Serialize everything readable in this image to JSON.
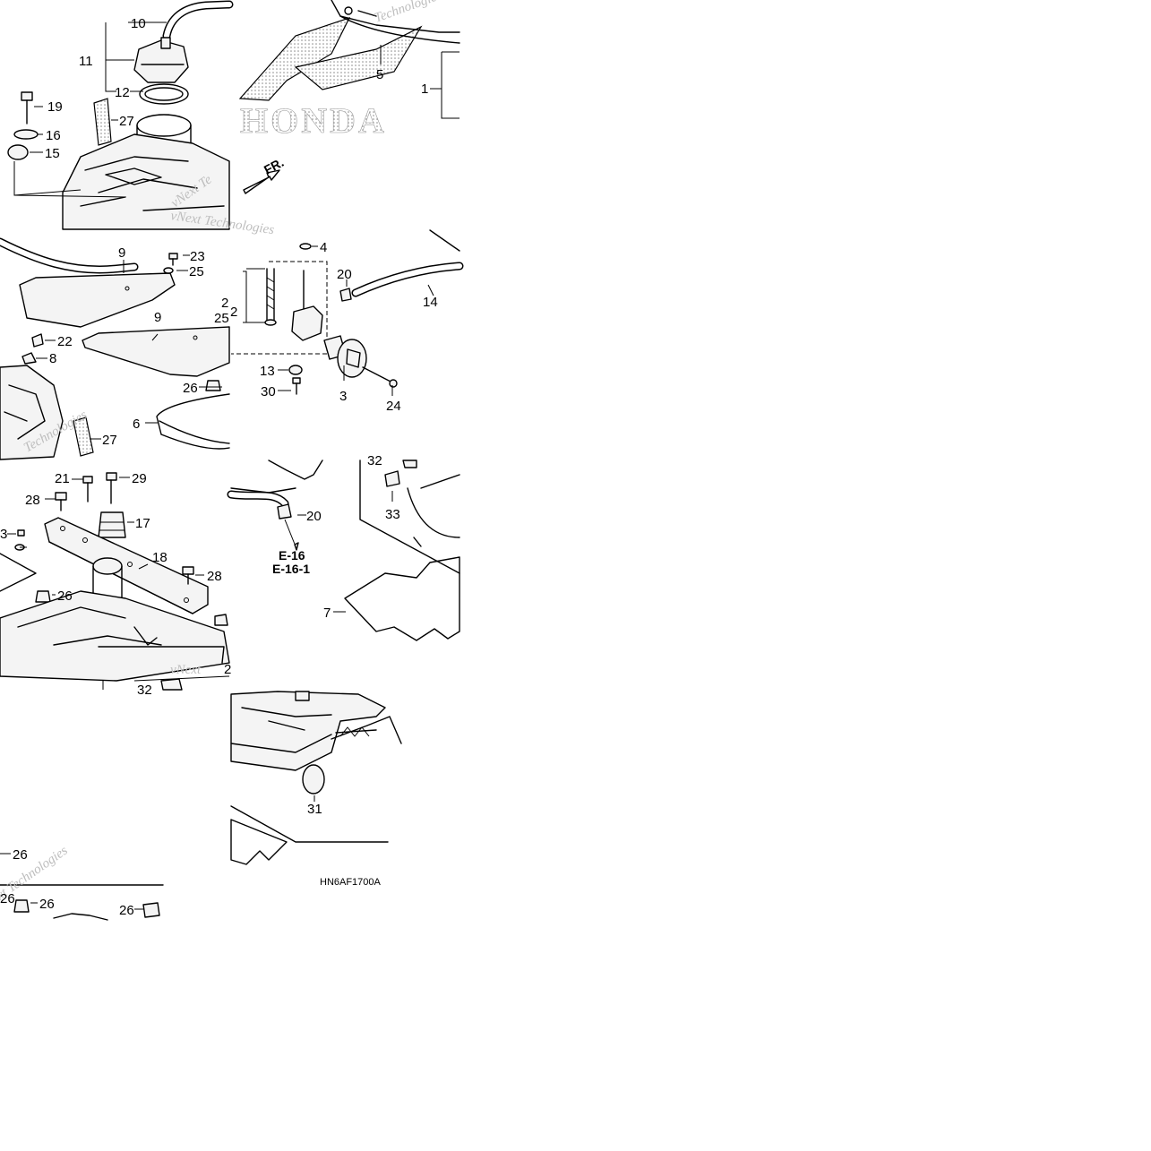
{
  "diagram": {
    "code": "HN6AF1700A",
    "direction_label": "FR.",
    "logo_text": "HONDA",
    "watermark_texts": [
      "vNext Technologies",
      "Technologies",
      "vNext Te",
      "Technologies",
      "vNext",
      "xt Technologies"
    ],
    "reference_labels": [
      "E-16",
      "E-16-1"
    ],
    "callouts": [
      "1",
      "2",
      "2",
      "3",
      "4",
      "5",
      "6",
      "7",
      "8",
      "9",
      "9",
      "10",
      "11",
      "12",
      "13",
      "14",
      "15",
      "16",
      "17",
      "18",
      "19",
      "20",
      "20",
      "21",
      "22",
      "23",
      "24",
      "25",
      "25",
      "26",
      "26",
      "26",
      "26",
      "26",
      "27",
      "27",
      "28",
      "28",
      "29",
      "30",
      "31",
      "32",
      "32",
      "33",
      "3",
      "26",
      "2"
    ]
  }
}
